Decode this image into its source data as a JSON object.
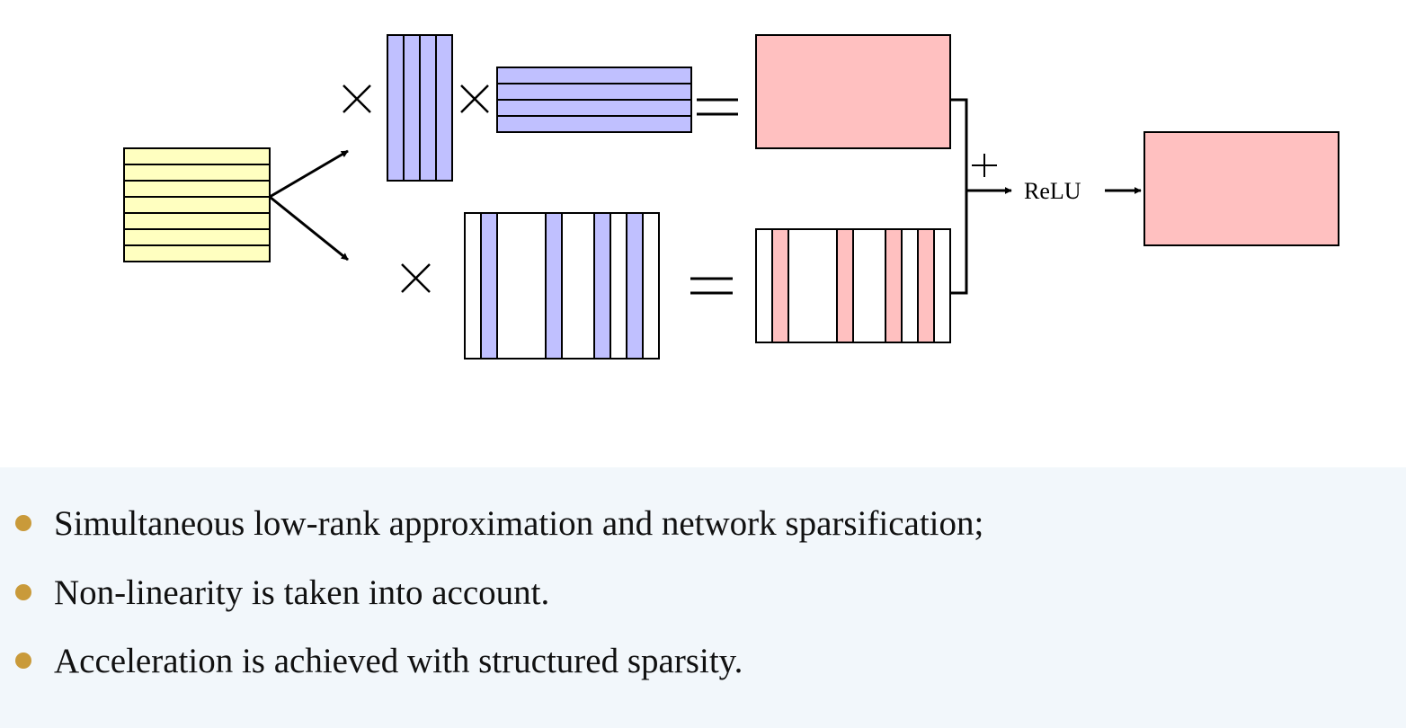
{
  "diagram": {
    "relu_label": "ReLU",
    "colors": {
      "input_fill": "#ffffc0",
      "factor_fill": "#c0c0ff",
      "output_fill": "#ffc0c0",
      "stroke": "#000000"
    },
    "symbols": [
      "×",
      "×",
      "=",
      "×",
      "=",
      "+"
    ]
  },
  "bullets": {
    "color": "#c99a3a",
    "items": [
      "Simultaneous low-rank approximation and network sparsification;",
      "Non-linearity is taken into account.",
      "Acceleration is achieved with structured sparsity."
    ]
  }
}
